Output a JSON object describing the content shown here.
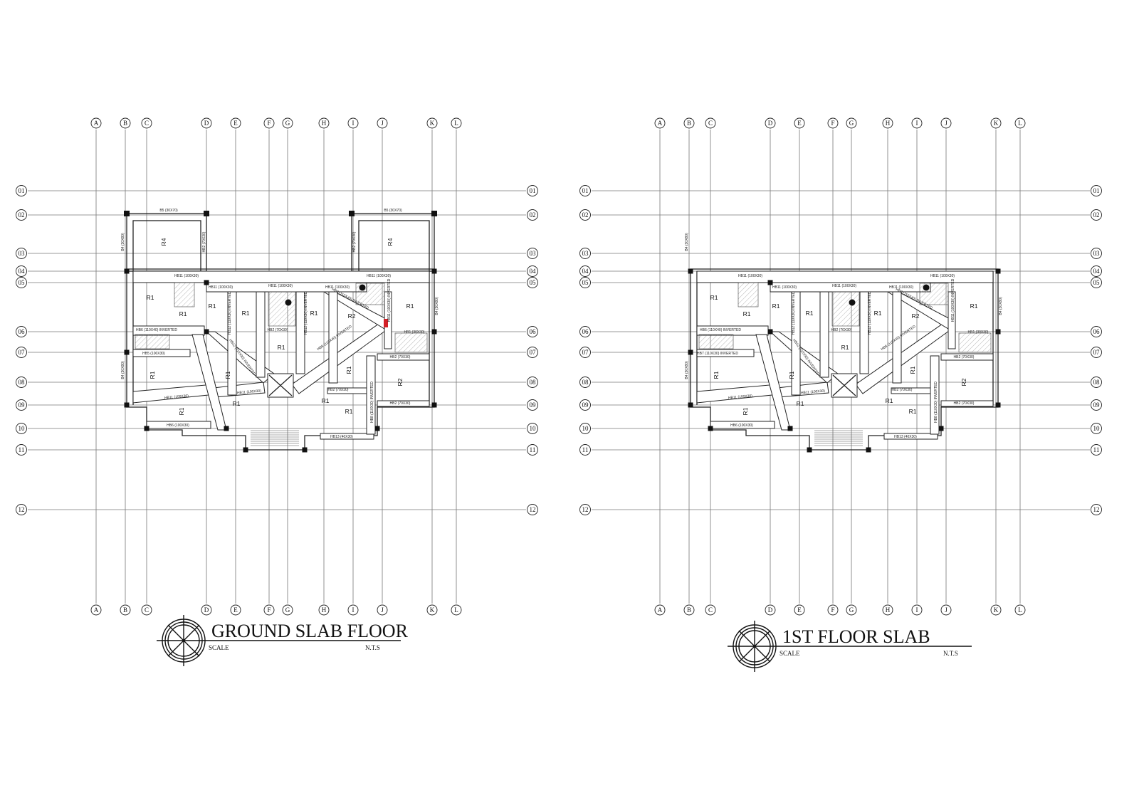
{
  "grid": {
    "columns": [
      "A",
      "B",
      "C",
      "D",
      "E",
      "F",
      "G",
      "H",
      "I",
      "J",
      "K",
      "L"
    ],
    "rows": [
      "01",
      "02",
      "03",
      "04",
      "05",
      "06",
      "07",
      "08",
      "09",
      "10",
      "11",
      "12"
    ]
  },
  "plans": [
    {
      "title": "GROUND SLAB FLOOR",
      "scale_label": "SCALE",
      "scale_value": "N.T.S",
      "has_top_rooms": true,
      "labels": [
        "B5 (30X70)",
        "B5 (30X70)",
        "R4",
        "R4",
        "HB2 (70X30)",
        "HB2 (70X30)",
        "B4 (30X80)",
        "B4 (30X80)",
        "HB11 (100X30)",
        "HB11 (100X30)",
        "HB11 (100X30)",
        "HB11 (100X30)",
        "HB11 (100X30)",
        "R1",
        "R1",
        "R1",
        "R1",
        "R2",
        "R1",
        "R1",
        "HB6 (110X40) INVERTED",
        "HB5 (100X30)",
        "R1",
        "R1",
        "R1",
        "R1",
        "R2",
        "HB11 (100X30)",
        "HB11 (100X30)",
        "HB2 (70X30)",
        "HB2 (70X30)",
        "HB2 (70X30)",
        "HB2 (70X30)",
        "R1",
        "R1",
        "R1",
        "R1",
        "HB6 (100X30)",
        "HB13 (40X30)",
        "HB8 (110X40) INVERTED",
        "HB8 (110X40) INVERTED",
        "HB12 (110X30) INVERTED",
        "HB8 (110X30) INVERTED",
        "HB12 (110X30) INVERTED",
        "HB12 (110X30) INVERTED",
        "HB11 (100X30) INVERTED",
        "B4 (30X80)",
        "HB1 (30X30)"
      ]
    },
    {
      "title": "1ST FLOOR SLAB",
      "scale_label": "SCALE",
      "scale_value": "N.T.S",
      "has_top_rooms": false,
      "labels": [
        "",
        "",
        "",
        "",
        "",
        "",
        "B4 (30X80)",
        "B4 (30X80)",
        "HB11 (100X30)",
        "HB11 (100X30)",
        "HB11 (100X30)",
        "HB11 (100X30)",
        "HB11 (100X30)",
        "R1",
        "R1",
        "R1",
        "R1",
        "R2",
        "R1",
        "R1",
        "HB6 (110X40) INVERTED",
        "HB7 (110X30) INVERTED",
        "R1",
        "R1",
        "R1",
        "R1",
        "R2",
        "HB11 (100X30)",
        "HB11 (100X30)",
        "HB2 (70X30)",
        "HB2 (70X30)",
        "HB2 (70X30)",
        "HB2 (70X30)",
        "R1",
        "R1",
        "R1",
        "R1",
        "HB6 (100X30)",
        "HB13 (40X30)",
        "HB8 (110X40) INVERTED",
        "HB8 (110X40) INVERTED",
        "HB12 (110X30) INVERTED",
        "HB8 (110X30) INVERTED",
        "HB12 (110X30) INVERTED",
        "HB12 (110X30) INVERTED",
        "HB11 (100X30) INVERTED",
        "B4 (30X80)",
        "HB1 (30X30)"
      ]
    }
  ]
}
